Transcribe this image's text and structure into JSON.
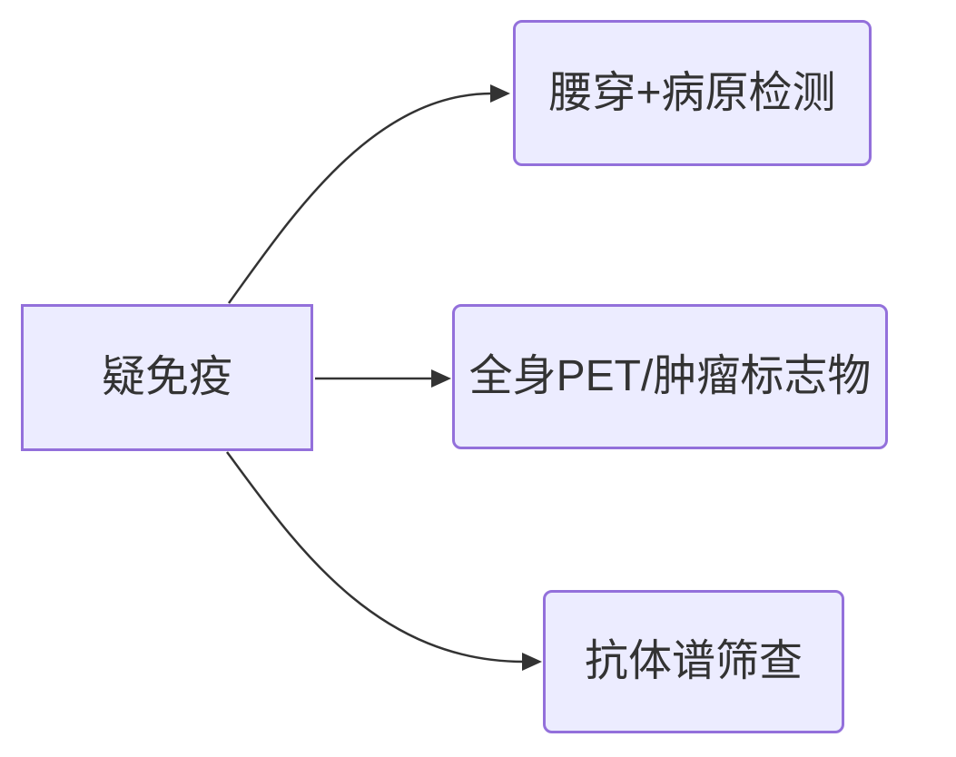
{
  "diagram": {
    "type": "flowchart-LR",
    "colors": {
      "canvas_bg": "#ffffff",
      "node_fill": "#ECECFF",
      "node_border": "#9370DB",
      "edge": "#333333",
      "text": "#333333"
    },
    "nodes": [
      {
        "id": "A",
        "label": "疑免疫",
        "shape": "rect"
      },
      {
        "id": "B",
        "label": "腰穿+病原检测",
        "shape": "rounded"
      },
      {
        "id": "C",
        "label": "全身PET/肿瘤标志物",
        "shape": "rounded"
      },
      {
        "id": "D",
        "label": "抗体谱筛查",
        "shape": "rounded"
      }
    ],
    "edges": [
      {
        "from": "A",
        "to": "B",
        "from_label": "疑免疫",
        "to_label": "腰穿+病原检测"
      },
      {
        "from": "A",
        "to": "C",
        "from_label": "疑免疫",
        "to_label": "全身PET/肿瘤标志物"
      },
      {
        "from": "A",
        "to": "D",
        "from_label": "疑免疫",
        "to_label": "抗体谱筛查"
      }
    ]
  }
}
